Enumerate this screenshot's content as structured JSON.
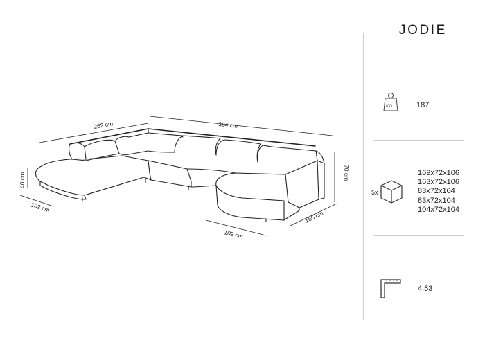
{
  "product": {
    "name": "JODIE"
  },
  "dimensions": {
    "left_width": "262 cm",
    "back_width": "364 cm",
    "height": "70 cm",
    "seat_height": "40 cm",
    "left_depth": "102 cm",
    "right_chaise_width": "102 cm",
    "right_depth": "166 cm"
  },
  "specs": {
    "weight_icon_label": "KG",
    "weight": "187",
    "package_count": "5x",
    "package_sizes": [
      "169x72x106",
      "163x72x106",
      "83x72x104",
      "83x72x104",
      "104x72x104"
    ],
    "volume": "4,53"
  }
}
